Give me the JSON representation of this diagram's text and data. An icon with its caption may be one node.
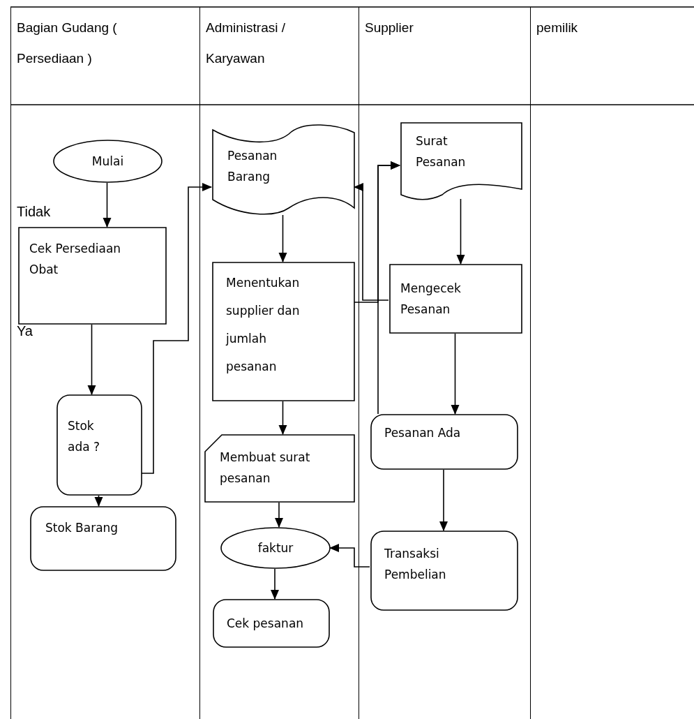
{
  "diagram": {
    "nodes": [
      {
        "text": [
          "Bagian Gudang ( Persediaan )"
        ]
      },
      {
        "text": [
          "Administrasi / Karyawan"
        ]
      },
      {
        "text": [
          "Supplier"
        ]
      },
      {
        "text": [
          "pemilik"
        ]
      },
      {
        "text": [
          "Mulai"
        ],
        "in": 0
      },
      {
        "text": [
          "Cek Persediaan Obat"
        ],
        "in": 0
      },
      {
        "text": [
          "Stok ada ?"
        ],
        "in": 0
      },
      {
        "text": [
          "Stok Barang"
        ],
        "in": 0
      },
      {
        "text": [
          "Pesanan Barang"
        ],
        "in": 1
      },
      {
        "text": [
          "Menentukan supplier dan jumlah pesanan"
        ],
        "in": 1
      },
      {
        "text": [
          "Membuat surat pesanan"
        ],
        "in": 1
      },
      {
        "text": [
          "faktur"
        ],
        "in": 1
      },
      {
        "text": [
          "Cek pesanan"
        ],
        "in": 1
      },
      {
        "text": [
          "Surat Pesanan"
        ],
        "in": 2
      },
      {
        "text": [
          "Mengecek Pesanan"
        ],
        "in": 2
      },
      {
        "text": [
          "Pesanan Ada"
        ],
        "in": 2
      },
      {
        "text": [
          "Transaksi Pembelian"
        ],
        "in": 2
      }
    ],
    "edges": [
      {
        "from": 4,
        "to": 5,
        "arrow": "to"
      },
      {
        "from": 5,
        "to": 6,
        "arrow": "to"
      },
      {
        "from": 6,
        "to": 7,
        "arrow": "to"
      },
      {
        "from": 6,
        "to": 8,
        "arrow": "to"
      },
      {
        "from": 8,
        "to": 9,
        "arrow": "to"
      },
      {
        "from": 9,
        "to": 10,
        "arrow": "to"
      },
      {
        "from": 9,
        "to": 13,
        "arrow": "to"
      },
      {
        "from": 14,
        "to": 8,
        "arrow": "to"
      },
      {
        "from": 13,
        "to": 14,
        "arrow": "to"
      },
      {
        "from": 14,
        "to": 15,
        "arrow": "to"
      },
      {
        "from": 15,
        "to": 13,
        "arrow": "to"
      },
      {
        "from": 15,
        "to": 16,
        "arrow": "to"
      },
      {
        "from": 16,
        "to": 11,
        "arrow": "to"
      },
      {
        "from": 10,
        "to": 11,
        "arrow": "to"
      },
      {
        "from": 11,
        "to": 12,
        "arrow": "to"
      }
    ],
    "labels": [
      "Tidak",
      "Ya"
    ]
  }
}
